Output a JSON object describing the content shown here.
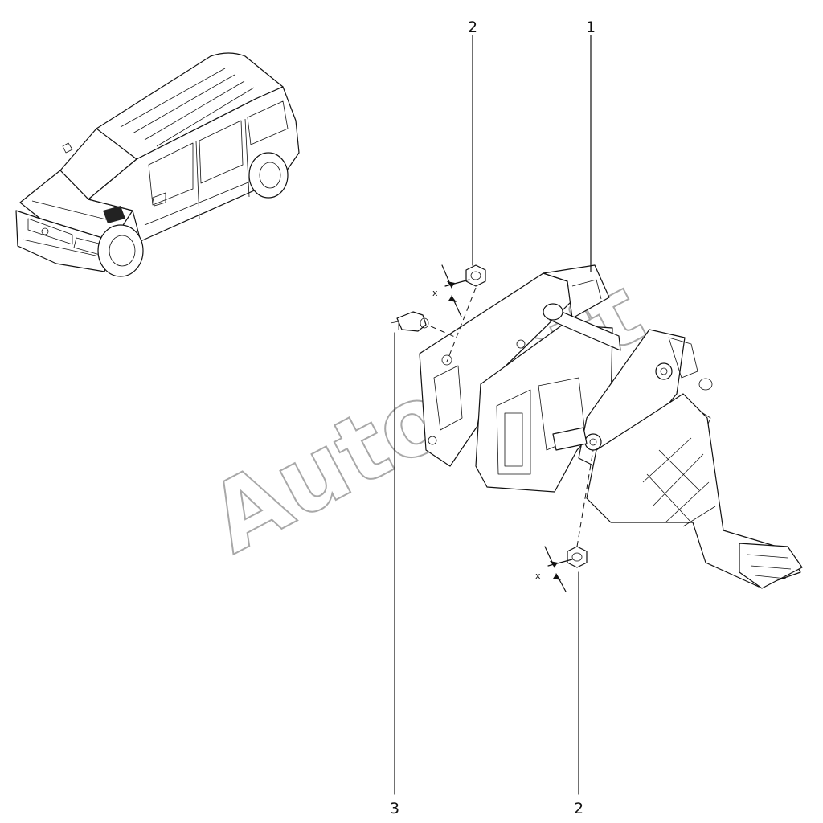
{
  "watermark": "AutoSoft",
  "callouts": {
    "item_1": "1",
    "item_2_top": "2",
    "item_2_bottom": "2",
    "item_3": "3"
  },
  "dimension_label": "x"
}
